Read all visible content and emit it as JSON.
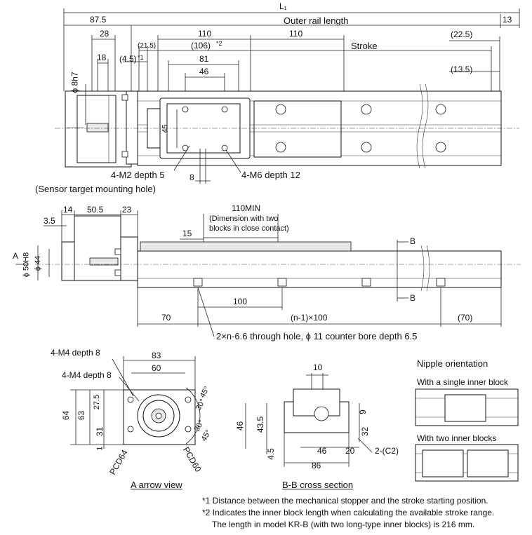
{
  "top_view": {
    "l1": "L₁",
    "outer_rail_length": "Outer rail length",
    "dim_87_5": "87.5",
    "dim_13": "13",
    "dim_28": "28",
    "dim_18": "18",
    "dim_110_a": "110",
    "dim_110_b": "110",
    "dim_106": "(106)",
    "mark_2": "*2",
    "dim_21_5": "(21.5)",
    "dim_4_5": "(4.5)",
    "mark_1": "*1",
    "dim_81": "81",
    "dim_46": "46",
    "dim_45": "45",
    "dim_8": "8",
    "stroke": "Stroke",
    "dim_22_5": "(22.5)",
    "dim_13_5": "(13.5)",
    "shaft": "ϕ 8h7",
    "m2_label": "4-M2 depth 5",
    "m2_sub": "(Sensor target mounting hole)",
    "m6_label": "4-M6 depth 12"
  },
  "side_view": {
    "dim_14": "14",
    "dim_50_5": "50.5",
    "dim_23": "23",
    "dim_3_5": "3.5",
    "dim_110min": "110MIN",
    "min_note_1": "(Dimension with two",
    "min_note_2": "blocks in close contact)",
    "dim_15": "15",
    "dim_50h8": "ϕ 50H8",
    "dim_44": "ϕ 44",
    "arrow_a": "A",
    "section_b_1": "B",
    "section_b_2": "B",
    "dim_100": "100",
    "dim_70": "70",
    "dim_n1": "(n-1)×100",
    "dim_70b": "(70)",
    "hole_note": "2×n-6.6 through hole, ϕ 11 counter bore depth 6.5"
  },
  "a_view": {
    "m4_a": "4-M4 depth 8",
    "m4_b": "4-M4 depth 8",
    "dim_83": "83",
    "dim_60": "60",
    "dim_64": "64",
    "dim_63": "63",
    "dim_27_5": "27.5",
    "dim_31": "31",
    "dim_1": "1",
    "ang_45a": "45°",
    "ang_30a": "30°",
    "ang_30b": "30°",
    "ang_45b": "45°",
    "pcd64": "PCD64",
    "pcd60": "PCD60",
    "caption": "A arrow view"
  },
  "bb_view": {
    "dim_10": "10",
    "dim_46v": "46",
    "dim_43_5": "43.5",
    "dim_4_5": "4.5",
    "dim_9": "9",
    "dim_32": "32",
    "dim_46h": "46",
    "dim_20": "20",
    "dim_86": "86",
    "chamfer": "2-(C2)",
    "caption": "B-B cross section"
  },
  "nipple": {
    "title": "Nipple orientation",
    "single": "With a single inner block",
    "double": "With two inner blocks"
  },
  "footnotes": {
    "n1": "*1 Distance between the mechanical stopper and the stroke starting position.",
    "n2": "*2 Indicates the inner block length when calculating the available stroke range.",
    "n3": "The length in model KR-B (with two long-type inner blocks) is 216 mm."
  }
}
